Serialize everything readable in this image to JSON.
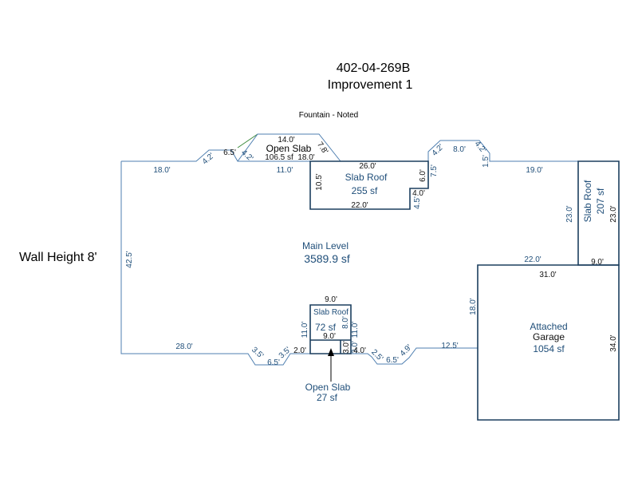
{
  "header": {
    "parcel_id": "402-04-269B",
    "improvement": "Improvement 1"
  },
  "notes": {
    "fountain": "Fountain - Noted",
    "wall_height": "Wall Height 8'"
  },
  "areas": {
    "main_level": {
      "name": "Main Level",
      "area": "3589.9 sf"
    },
    "slab_roof_top": {
      "name": "Slab Roof",
      "area": "255 sf"
    },
    "slab_roof_right": {
      "name": "Slab Roof",
      "area": "207 sf"
    },
    "slab_roof_small": {
      "name": "Slab Roof",
      "area": "72 sf"
    },
    "open_slab_top": {
      "name": "Open Slab",
      "area": "106.5 sf"
    },
    "open_slab_bottom": {
      "name": "Open Slab",
      "area": "27 sf"
    },
    "garage": {
      "name1": "Attached",
      "name2": "Garage",
      "area": "1054 sf"
    }
  },
  "dimensions": {
    "d_18_left": "18.0'",
    "d_4_2_a": "4.2'",
    "d_6_5_top": "6.5'",
    "d_4_2_b": "4.2'",
    "d_11_top": "11.0'",
    "d_14_os": "14.0'",
    "d_7_8": "7.8'",
    "d_18_os": "18.0'",
    "d_26": "26.0'",
    "d_10_5": "10.5'",
    "d_6_0": "6.0'",
    "d_4_0_sr": "4.0'",
    "d_22_sr": "22.0'",
    "d_4_5": "4.5'",
    "d_7_5": "7.5'",
    "d_4_2_c": "4.2'",
    "d_8_0_top": "8.0'",
    "d_4_2_d": "4.2'",
    "d_1_5": "1.5'",
    "d_19": "19.0'",
    "d_23_left": "23.0'",
    "d_23_right": "23.0'",
    "d_22_mid": "22.0'",
    "d_9_0_right": "9.0'",
    "d_42_5": "42.5'",
    "d_31": "31.0'",
    "d_18_gar": "18.0'",
    "d_34": "34.0'",
    "d_12_5": "12.5'",
    "d_28": "28.0'",
    "d_3_5_a": "3.5'",
    "d_6_5_bl": "6.5'",
    "d_3_5_b": "3.5'",
    "d_2_0": "2.0'",
    "d_9_0_sr_top": "9.0'",
    "d_11_sr_left": "11.0'",
    "d_8_0_sr": "8.0'",
    "d_11_sr_right": "11.0'",
    "d_9_0_sr_bot": "9.0'",
    "d_3_0_a": "3.0'",
    "d_3_0_b": "3.0'",
    "d_4_0_bot": "4.0'",
    "d_2_5": "2.5'",
    "d_6_5_br": "6.5'",
    "d_4_9": "4.9'"
  },
  "colors": {
    "wall_line": "#4f7fb0",
    "addition_line": "#1c3f5f",
    "slab_line": "#3a8a3a",
    "label_text": "#1f4e79"
  }
}
